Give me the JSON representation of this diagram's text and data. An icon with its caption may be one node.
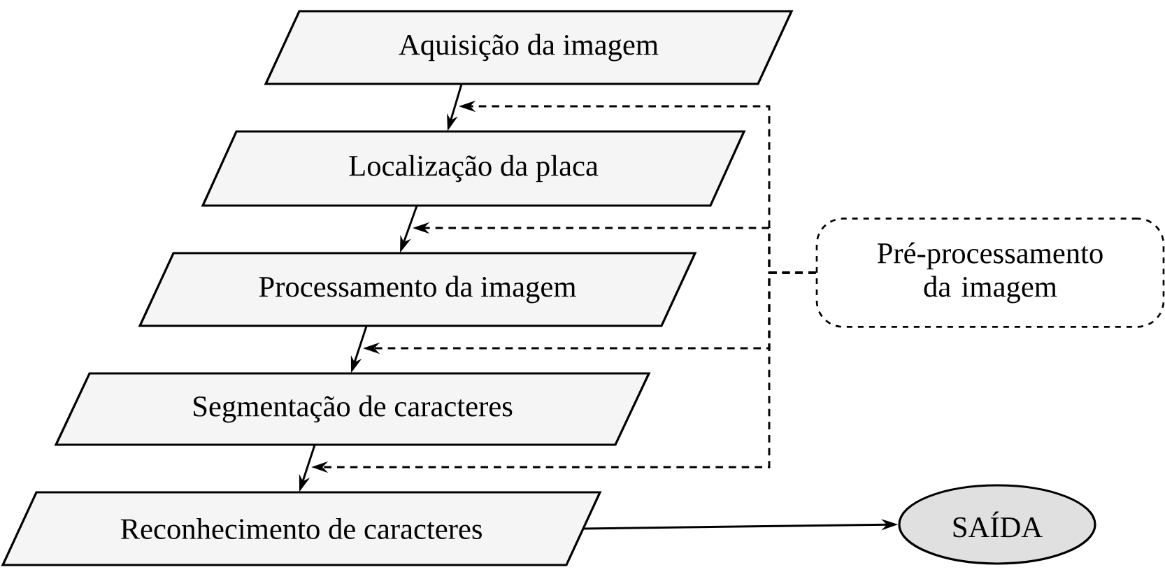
{
  "diagram": {
    "nodes": [
      {
        "text": [
          "Aquisição da imagem"
        ]
      },
      {
        "text": [
          "Localização da placa"
        ]
      },
      {
        "text": [
          "Processamento da imagem"
        ]
      },
      {
        "text": [
          "Segmentação de caracteres"
        ]
      },
      {
        "text": [
          "Reconhecimento de caracteres"
        ]
      },
      {
        "text": [
          "Pré-processamento da imagem"
        ]
      },
      {
        "text": [
          "SAÍDA"
        ]
      }
    ],
    "edges": [
      {
        "from": 0,
        "to": 1,
        "arrow": "to"
      },
      {
        "from": 1,
        "to": 2,
        "arrow": "to"
      },
      {
        "from": 2,
        "to": 3,
        "arrow": "to"
      },
      {
        "from": 3,
        "to": 4,
        "arrow": "to"
      },
      {
        "from": 4,
        "to": 6,
        "arrow": "to"
      },
      {
        "from": 5,
        "to": null,
        "arrow": "to",
        "style": "dashed"
      },
      {
        "from": 5,
        "to": null,
        "arrow": "to",
        "style": "dashed"
      },
      {
        "from": 5,
        "to": null,
        "arrow": "to",
        "style": "dashed"
      },
      {
        "from": 5,
        "to": null,
        "arrow": "to",
        "style": "dashed"
      }
    ]
  }
}
